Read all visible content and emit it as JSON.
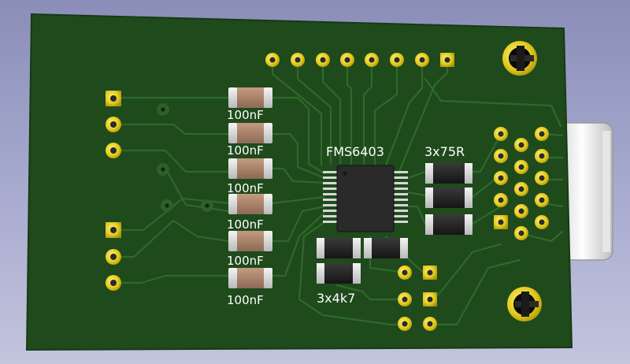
{
  "board": {
    "silkscreen_labels": {
      "c1": "100nF",
      "c2": "100nF",
      "c3": "100nF",
      "c4": "100nF",
      "c5": "100nF",
      "c6": "100nF",
      "ic": "FMS6403",
      "r_top": "3x75R",
      "r_bottom": "3x4k7"
    }
  },
  "colors": {
    "background": "#a9acd0",
    "pcb": "#1f4a1c",
    "trace": "#2e6a2a",
    "pad_gold": "#d9c21a",
    "silkscreen": "#ffffff"
  }
}
